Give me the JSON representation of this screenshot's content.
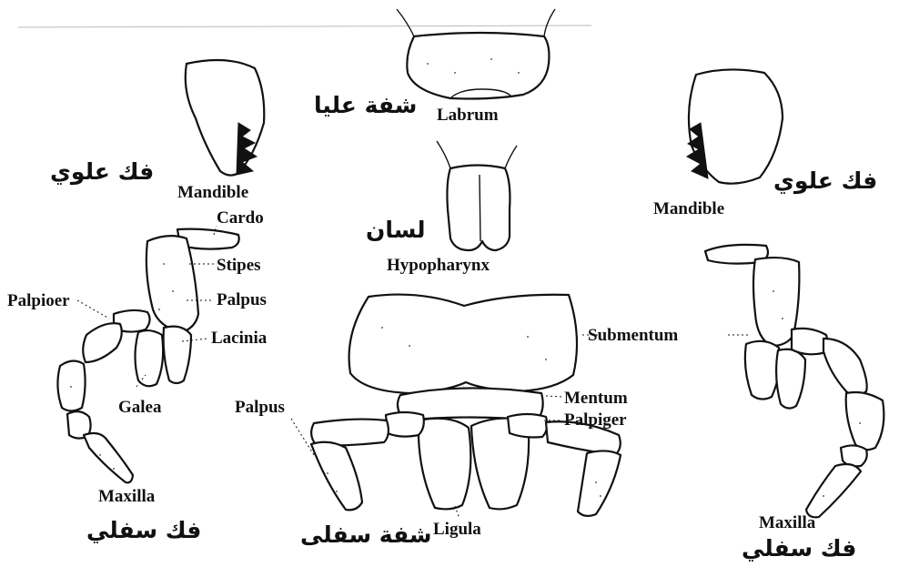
{
  "labels": {
    "labrum": "Labrum",
    "labrum_ar": "شفة عليا",
    "mandible_left": "Mandible",
    "mandible_left_ar": "فك علوي",
    "mandible_right": "Mandible",
    "mandible_right_ar": "فك علوي",
    "hypopharynx": "Hypopharynx",
    "hypopharynx_ar": "لسان",
    "cardo": "Cardo",
    "stipes": "Stipes",
    "palpus_maxillary": "Palpus",
    "palpifer": "Palpioer",
    "lacinia": "Lacinia",
    "galea": "Galea",
    "maxilla_left": "Maxilla",
    "maxilla_left_ar": "فك سفلي",
    "maxilla_right": "Maxilla",
    "maxilla_right_ar": "فك سفلي",
    "submentum": "Submentum",
    "mentum": "Mentum",
    "palpiger": "Palpiger",
    "palpus_labial": "Palpus",
    "ligula": "Ligula",
    "labium_ar": "شفة سفلى"
  }
}
